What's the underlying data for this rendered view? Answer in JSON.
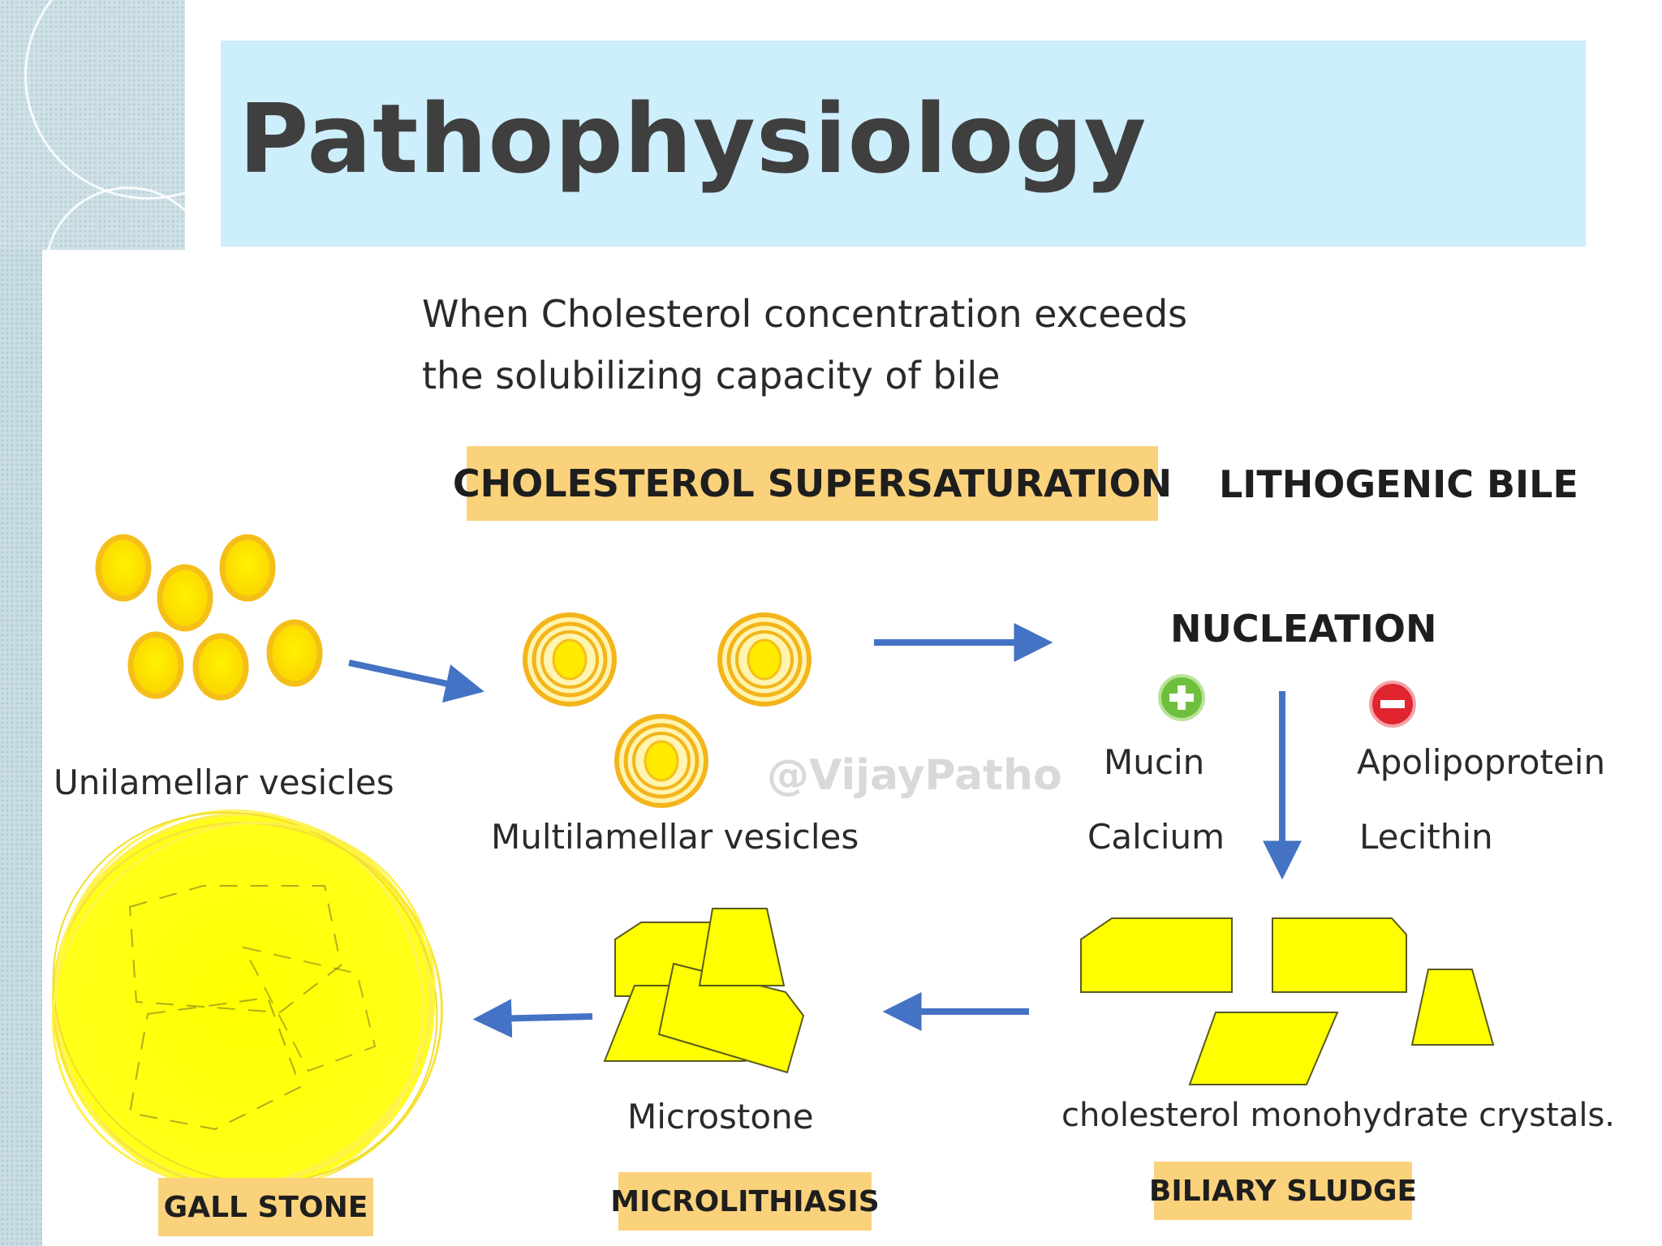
{
  "title": "Pathophysiology",
  "intro": {
    "line1": "When Cholesterol concentration exceeds",
    "line2": "the solubilizing  capacity of bile"
  },
  "labels": {
    "supersaturation": "CHOLESTEROL SUPERSATURATION",
    "lithogenic": "LITHOGENIC BILE",
    "nucleation": "NUCLEATION",
    "mucin": "Mucin",
    "calcium": "Calcium",
    "apolipoprotein": "Apolipoprotein",
    "lecithin": "Lecithin",
    "unilamellar": "Unilamellar vesicles",
    "multilamellar": "Multilamellar vesicles",
    "microstone": "Microstone",
    "crystals": "cholesterol monohydrate crystals.",
    "gallstone": "GALL STONE",
    "microlithiasis": "MICROLITHIASIS",
    "sludge": "BILIARY SLUDGE",
    "watermark": "@VijayPatho"
  },
  "icons": {
    "promoter": "plus-circle-icon",
    "inhibitor": "minus-circle-icon"
  },
  "colors": {
    "title_band": "#cdeefb",
    "highlight": "#fbd27c",
    "vesicle": "#fde600",
    "vesicle_ring": "#f3b51b",
    "crystal": "#ffff00",
    "arrow": "#4472c4",
    "plus": "#6fbf3f",
    "minus": "#e0252f"
  }
}
